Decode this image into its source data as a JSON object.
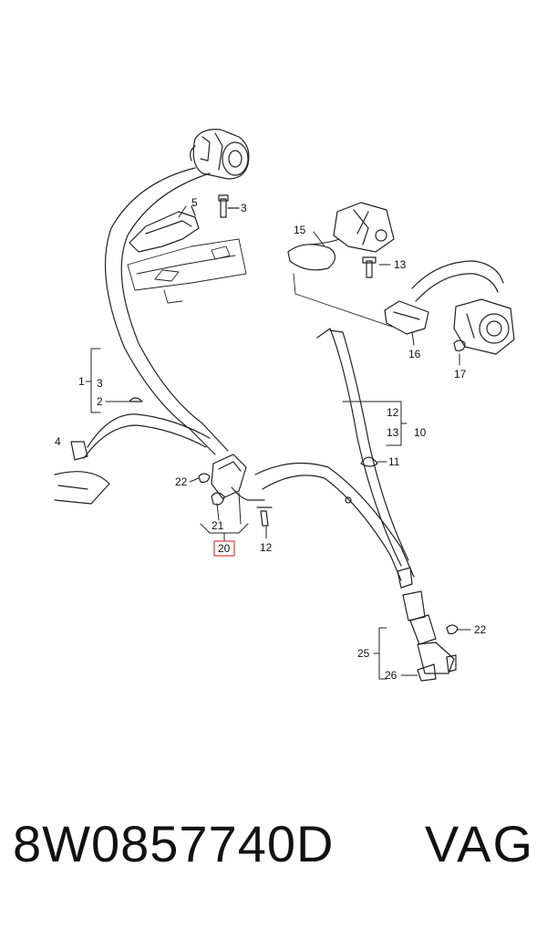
{
  "diagram": {
    "callouts": {
      "c1": "1",
      "c2": "2",
      "c3a": "3",
      "c3b": "3",
      "c4": "4",
      "c5": "5",
      "c10": "10",
      "c11": "11",
      "c12a": "12",
      "c12b": "12",
      "c13a": "13",
      "c13b": "13",
      "c15": "15",
      "c16": "16",
      "c17": "17",
      "c20": "20",
      "c21": "21",
      "c22a": "22",
      "c22b": "22",
      "c25": "25",
      "c26": "26"
    },
    "highlight_color": "#e0353b"
  },
  "footer": {
    "part_number": "8W0857740D",
    "brand": "VAG"
  }
}
